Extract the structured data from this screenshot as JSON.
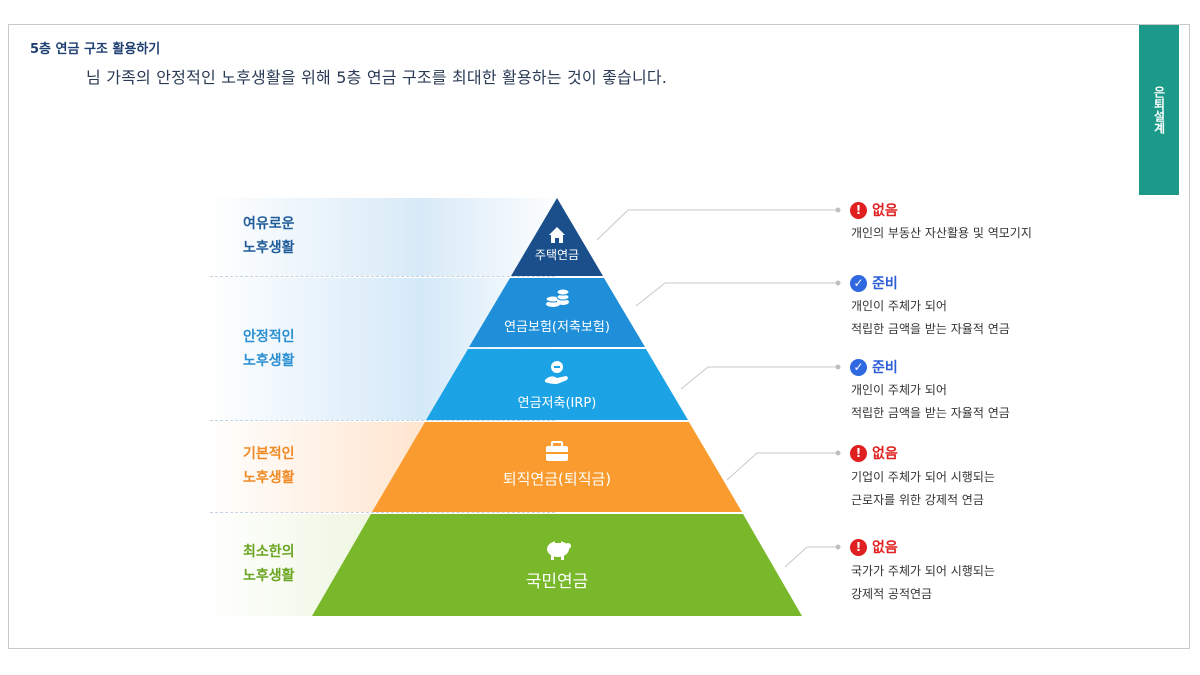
{
  "header": {
    "section_title": "5층 연금 구조 활용하기",
    "subtitle": "님 가족의 안정적인 노후생활을 위해 5층 연금 구조를 최대한 활용하는 것이 좋습니다.",
    "side_tab": "은퇴설계"
  },
  "tiers": [
    {
      "line1": "여유로운",
      "line2": "노후생활"
    },
    {
      "line1": "안정적인",
      "line2": "노후생활"
    },
    {
      "line1": "기본적인",
      "line2": "노후생활"
    },
    {
      "line1": "최소한의",
      "line2": "노후생활"
    }
  ],
  "segments": [
    {
      "label": "주택연금",
      "icon": "house-icon",
      "color": "#1a4f8c"
    },
    {
      "label": "연금보험(저축보험)",
      "icon": "coins-icon",
      "color": "#1e8fd8"
    },
    {
      "label": "연금저축(IRP)",
      "icon": "hand-coin-icon",
      "color": "#1ca3e6"
    },
    {
      "label": "퇴직연금(퇴직금)",
      "icon": "briefcase-icon",
      "color": "#f99b2e"
    },
    {
      "label": "국민연금",
      "icon": "piggy-bank-icon",
      "color": "#79b82a"
    }
  ],
  "statuses": [
    {
      "status": "없음",
      "type": "none",
      "desc1": "개인의 부동산 자산활용 및 역모기지",
      "desc2": ""
    },
    {
      "status": "준비",
      "type": "ready",
      "desc1": "개인이 주체가 되어",
      "desc2": "적립한 금액을 받는 자율적 연금"
    },
    {
      "status": "준비",
      "type": "ready",
      "desc1": "개인이 주체가 되어",
      "desc2": "적립한 금액을 받는 자율적 연금"
    },
    {
      "status": "없음",
      "type": "none",
      "desc1": "기업이 주체가 되어 시행되는",
      "desc2": "근로자를 위한 강제적 연금"
    },
    {
      "status": "없음",
      "type": "none",
      "desc1": "국가가 주체가 되어 시행되는",
      "desc2": "강제적 공적연금"
    }
  ],
  "colors": {
    "red": "#e02020",
    "blue": "#2f68e0",
    "teal": "#1b9a8a"
  }
}
